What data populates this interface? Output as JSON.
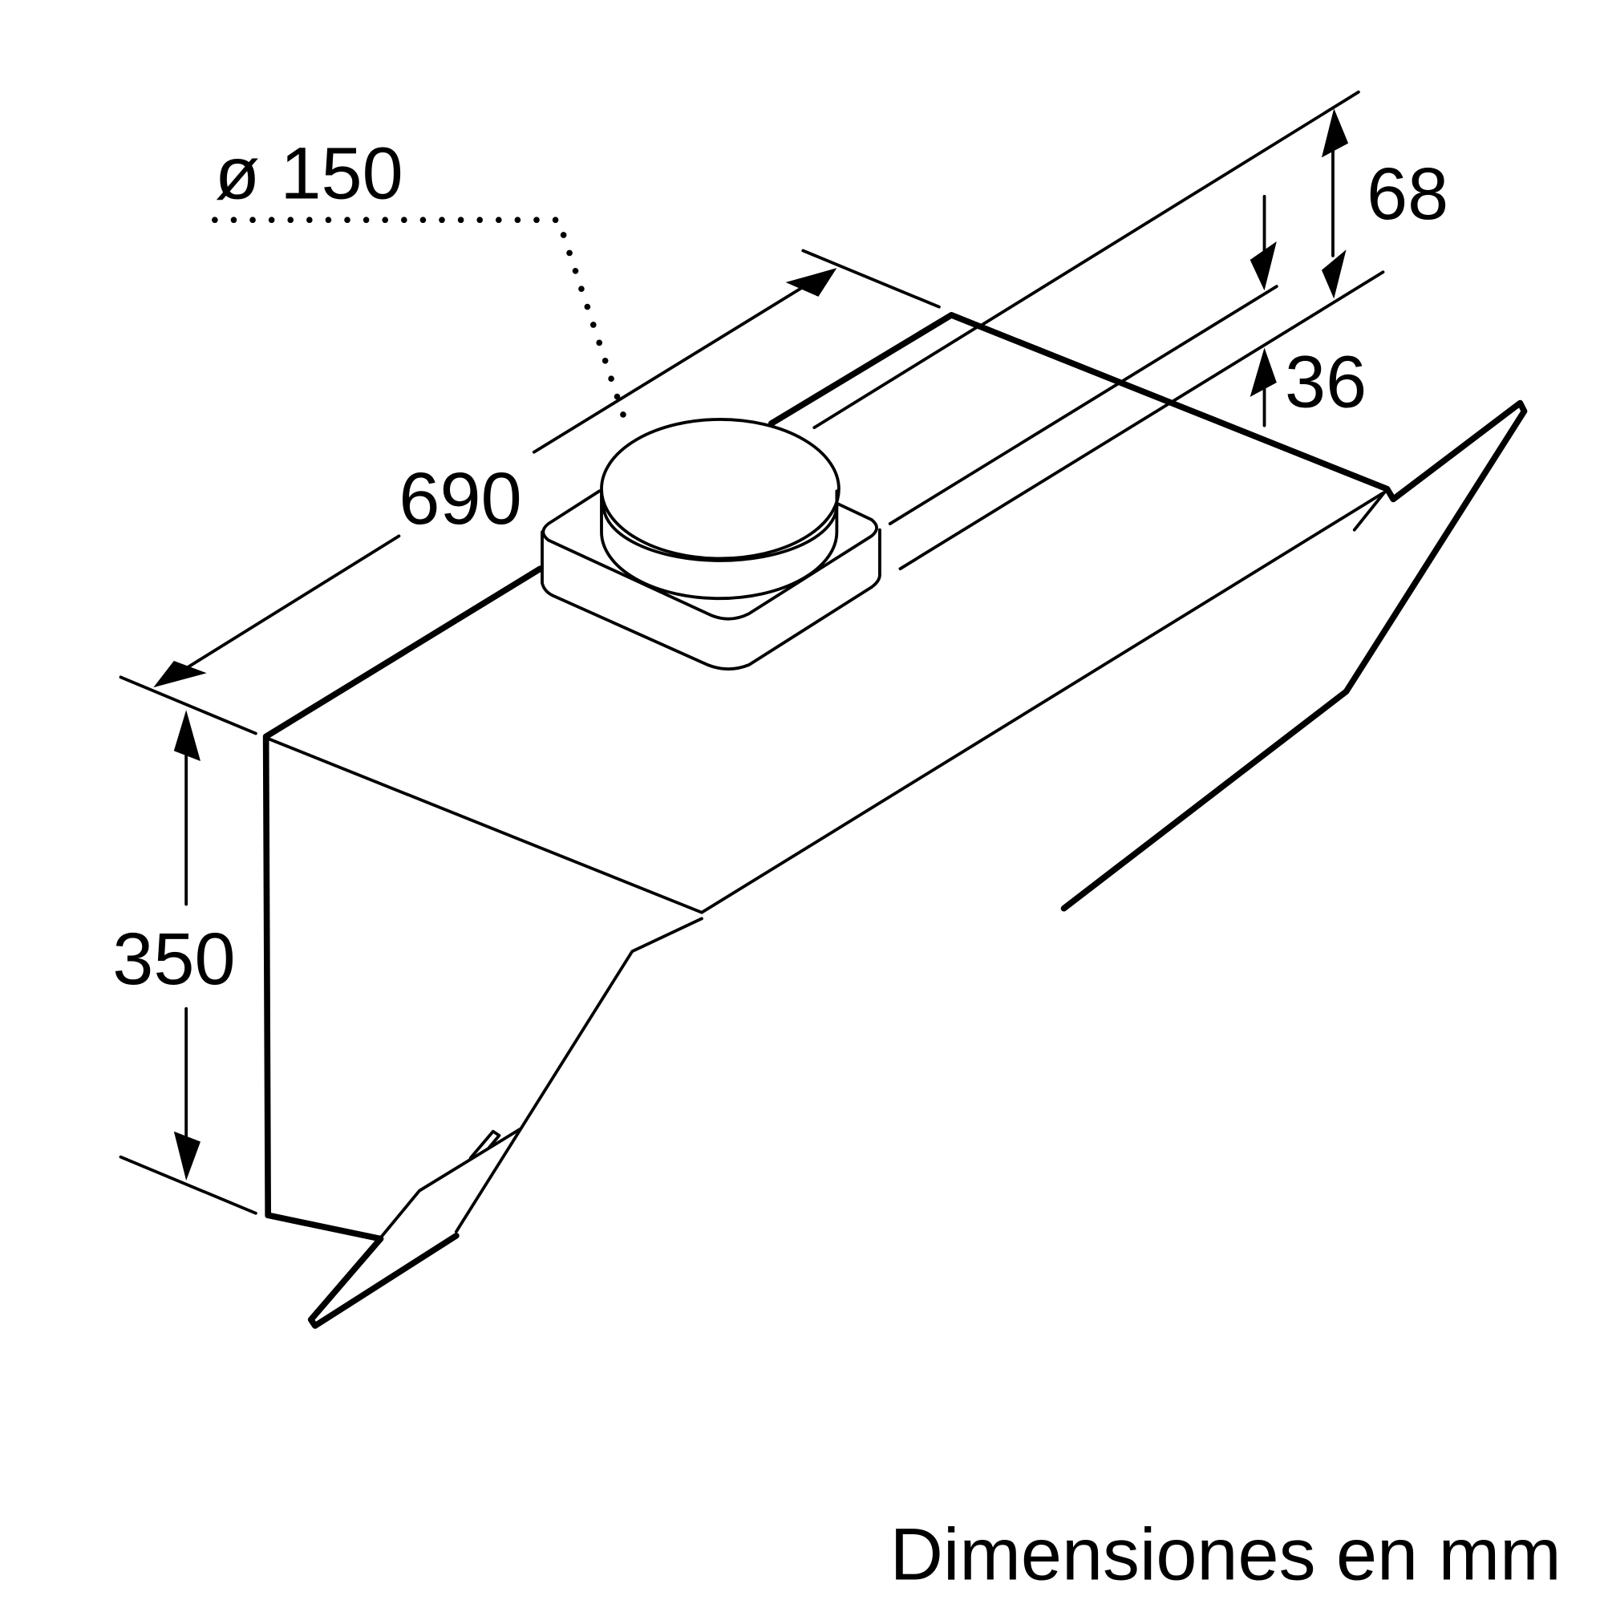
{
  "dimensions": {
    "duct_diameter": "ø 150",
    "depth": "690",
    "height": "350",
    "top_offset": "68",
    "lip": "36"
  },
  "caption": "Dimensiones en mm"
}
